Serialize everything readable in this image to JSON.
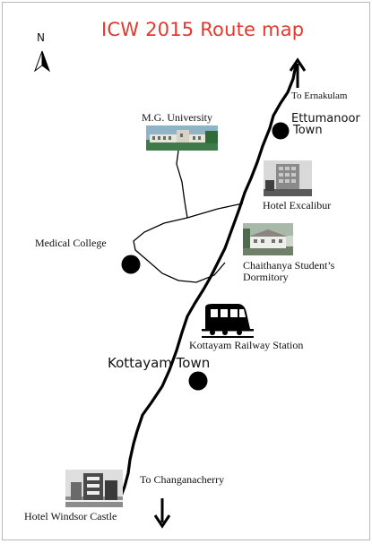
{
  "title": "ICW 2015 Route map",
  "compass": {
    "letter": "N"
  },
  "colors": {
    "title": "#e23a2c",
    "road": "#000000",
    "landmark": "#000000"
  },
  "labels": {
    "ernakulam": "To Ernakulam",
    "ettumanoor_line1": "Ettumanoor",
    "ettumanoor_line2": "Town",
    "mg_university": "M.G. University",
    "hotel_excalibur": "Hotel Excalibur",
    "medical_college": "Medical College",
    "chaithanya_line1": "Chaithanya Student’s",
    "chaithanya_line2": "Dormitory",
    "railway_station": "Kottayam Railway Station",
    "kottayam_town": "Kottayam Town",
    "changanacherry": "To Changanacherry",
    "windsor_castle": "Hotel Windsor Castle"
  },
  "icons": {
    "north": "north-arrow-icon",
    "train": "train-icon",
    "up": "arrow-up-icon",
    "down": "arrow-down-icon"
  }
}
